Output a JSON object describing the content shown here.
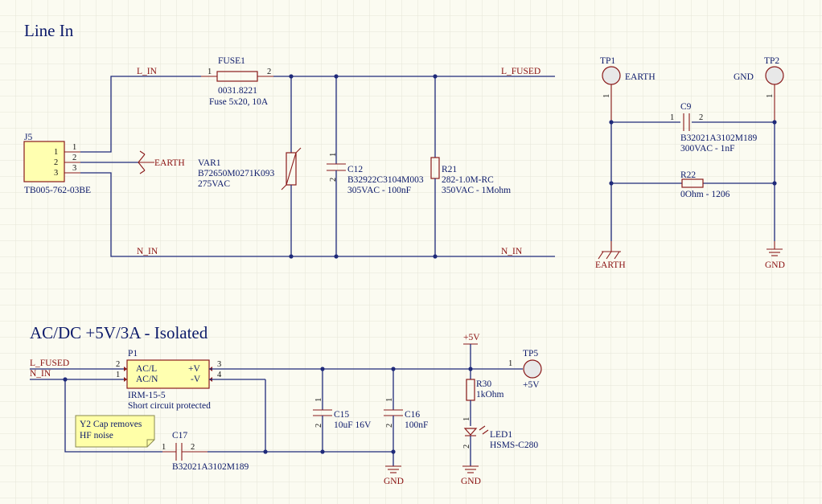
{
  "headings": {
    "line_in": "Line In",
    "acdc": "AC/DC +5V/3A - Isolated"
  },
  "nets": {
    "l_in": "L_IN",
    "l_fused": "L_FUSED",
    "n_in": "N_IN",
    "earth": "EARTH",
    "gnd": "GND",
    "plus5v": "+5V",
    "l_fused_2": "L_FUSED",
    "n_in_2": "N_IN"
  },
  "components": {
    "fuse1": {
      "ref": "FUSE1",
      "value": "0031.8221",
      "desc": "Fuse 5x20, 10A",
      "pin1": "1",
      "pin2": "2"
    },
    "j5": {
      "ref": "J5",
      "value": "TB005-762-03BE",
      "pins": [
        "1",
        "2",
        "3"
      ]
    },
    "var1": {
      "ref": "VAR1",
      "value": "B72650M0271K093",
      "desc": "275VAC"
    },
    "c12": {
      "ref": "C12",
      "value": "B32922C3104M003",
      "desc": "305VAC - 100nF"
    },
    "r21": {
      "ref": "R21",
      "value": "282-1.0M-RC",
      "desc": "350VAC - 1Mohm"
    },
    "tp1": {
      "ref": "TP1",
      "pin": "1"
    },
    "tp2": {
      "ref": "TP2",
      "pin": "1"
    },
    "c9": {
      "ref": "C9",
      "value": "B32021A3102M189",
      "desc": "300VAC - 1nF",
      "pin1": "1",
      "pin2": "2"
    },
    "r22": {
      "ref": "R22",
      "value": "0Ohm - 1206"
    },
    "p1": {
      "ref": "P1",
      "value": "IRM-15-5",
      "desc": "Short circuit protected",
      "pin_acl": "AC/L",
      "pin_acn": "AC/N",
      "pin_vp": "+V",
      "pin_vm": "-V",
      "num_acl": "2",
      "num_acn": "1",
      "num_vp": "3",
      "num_vm": "4"
    },
    "c15": {
      "ref": "C15",
      "desc": "10uF 16V"
    },
    "c16": {
      "ref": "C16",
      "desc": "100nF"
    },
    "c17": {
      "ref": "C17",
      "value": "B32021A3102M189",
      "pin1": "1",
      "pin2": "2"
    },
    "r30": {
      "ref": "R30",
      "value": "1kOhm"
    },
    "led1": {
      "ref": "LED1",
      "value": "HSMS-C280"
    },
    "tp5": {
      "ref": "TP5",
      "pin": "1"
    }
  },
  "note": {
    "line1": "Y2 Cap removes",
    "line2": "HF noise"
  },
  "colors": {
    "background": "#fbfbf1",
    "grid": "#e6e6d8",
    "wire": "#1f2a7a",
    "component": "#8a1a1a",
    "text": "#0c1a6a",
    "net_label": "#8a1010",
    "body_fill": "#ffffb0",
    "note_fill": "#ffffa8"
  }
}
